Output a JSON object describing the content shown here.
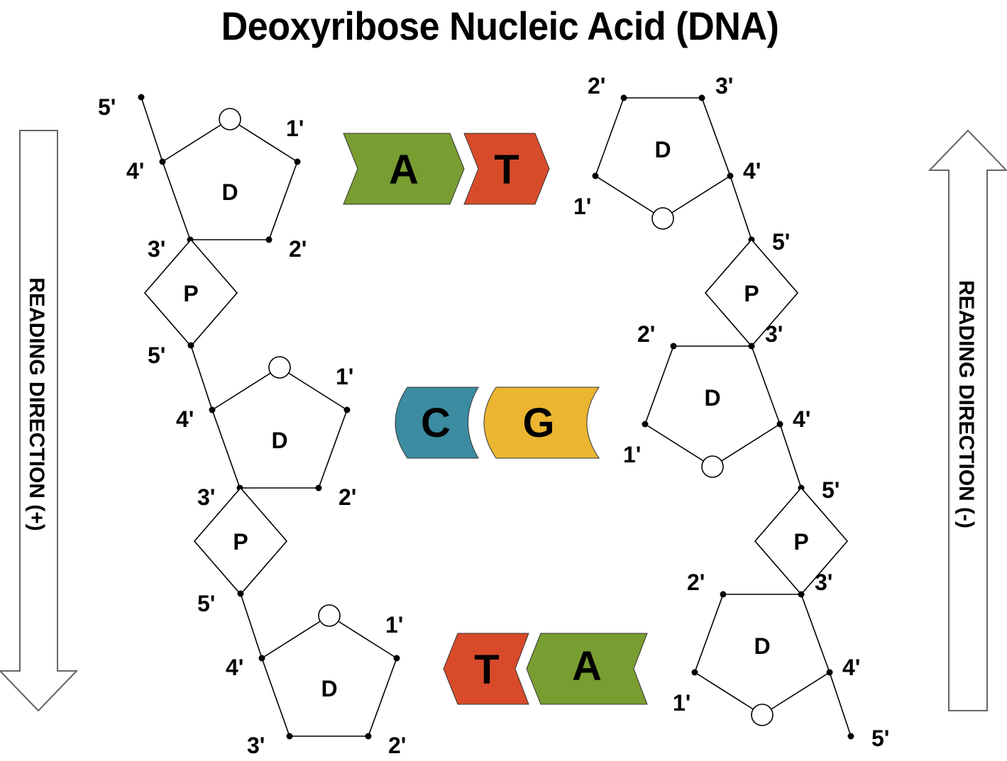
{
  "title": "Deoxyribose Nucleic Acid (DNA)",
  "reading_direction": {
    "left": "READING DIRECTION (+)",
    "right": "READING DIRECTION (-)"
  },
  "labels": {
    "sugar": "D",
    "phosphate": "P",
    "carbon_1": "1'",
    "carbon_2": "2'",
    "carbon_3": "3'",
    "carbon_4": "4'",
    "carbon_5": "5'"
  },
  "base_pairs": [
    {
      "left": "A",
      "right": "T",
      "left_color": "#789D31",
      "right_color": "#D84B2A",
      "shape": "chevron-right"
    },
    {
      "left": "C",
      "right": "G",
      "left_color": "#3B8BA1",
      "right_color": "#EBB531",
      "shape": "curved"
    },
    {
      "left": "T",
      "right": "A",
      "left_color": "#D84B2A",
      "right_color": "#789D31",
      "shape": "chevron-left"
    }
  ],
  "left_strand": {
    "sugars": 3,
    "phosphates": 2,
    "direction": "5' to 3' (top to bottom)"
  },
  "right_strand": {
    "sugars": 3,
    "phosphates": 2,
    "direction": "3' to 5' (top to bottom)"
  }
}
